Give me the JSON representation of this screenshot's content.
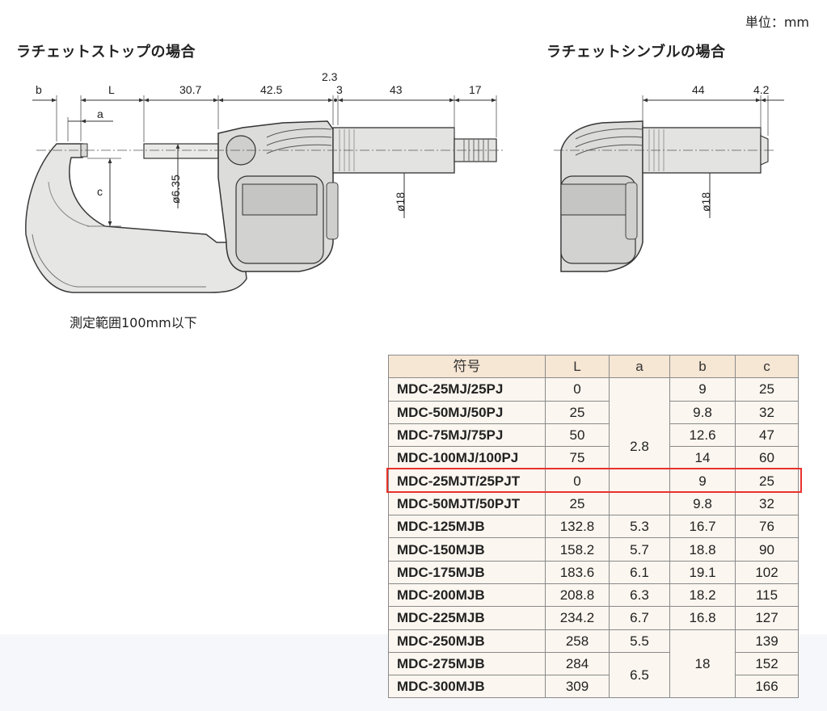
{
  "unit_label": "単位：mm",
  "captions": {
    "left": "ラチェットストップの場合",
    "right": "ラチェットシンブルの場合",
    "note": "測定範囲100mm以下"
  },
  "dimensions_left": {
    "b": "b",
    "L": "L",
    "a": "a",
    "c": "c",
    "d1": "30.7",
    "d2": "42.5",
    "d3": "2.3",
    "d4": "3",
    "d5": "43",
    "d6": "17",
    "dia_spindle": "ø6.35",
    "dia_thimble": "ø18"
  },
  "dimensions_right": {
    "d1": "44",
    "d2": "4.2",
    "dia_thimble": "ø18"
  },
  "table": {
    "headers": [
      "符号",
      "L",
      "a",
      "b",
      "c"
    ],
    "rows": [
      {
        "model": "MDC-25MJ/25PJ",
        "L": "0",
        "b": "9",
        "c": "25"
      },
      {
        "model": "MDC-50MJ/50PJ",
        "L": "25",
        "b": "9.8",
        "c": "32"
      },
      {
        "model": "MDC-75MJ/75PJ",
        "L": "50",
        "b": "12.6",
        "c": "47"
      },
      {
        "model": "MDC-100MJ/100PJ",
        "L": "75",
        "b": "14",
        "c": "60"
      },
      {
        "model": "MDC-25MJT/25PJT",
        "L": "0",
        "b": "9",
        "c": "25"
      },
      {
        "model": "MDC-50MJT/50PJT",
        "L": "25",
        "b": "9.8",
        "c": "32"
      },
      {
        "model": "MDC-125MJB",
        "L": "132.8",
        "a": "5.3",
        "b": "16.7",
        "c": "76"
      },
      {
        "model": "MDC-150MJB",
        "L": "158.2",
        "a": "5.7",
        "b": "18.8",
        "c": "90"
      },
      {
        "model": "MDC-175MJB",
        "L": "183.6",
        "a": "6.1",
        "b": "19.1",
        "c": "102"
      },
      {
        "model": "MDC-200MJB",
        "L": "208.8",
        "a": "6.3",
        "b": "18.2",
        "c": "115"
      },
      {
        "model": "MDC-225MJB",
        "L": "234.2",
        "a": "6.7",
        "b": "16.8",
        "c": "127"
      },
      {
        "model": "MDC-250MJB",
        "L": "258",
        "a": "5.5",
        "c": "139"
      },
      {
        "model": "MDC-275MJB",
        "L": "284",
        "c": "152"
      },
      {
        "model": "MDC-300MJB",
        "L": "309",
        "c": "166"
      }
    ],
    "merged": {
      "a_rows_1_6": "2.8",
      "a_rows_13_14": "6.5",
      "b_rows_12_14": "18"
    }
  },
  "colors": {
    "highlight": "#e8322d",
    "header_bg": "#f6e6d4",
    "cell_bg": "#fbf6ef"
  }
}
